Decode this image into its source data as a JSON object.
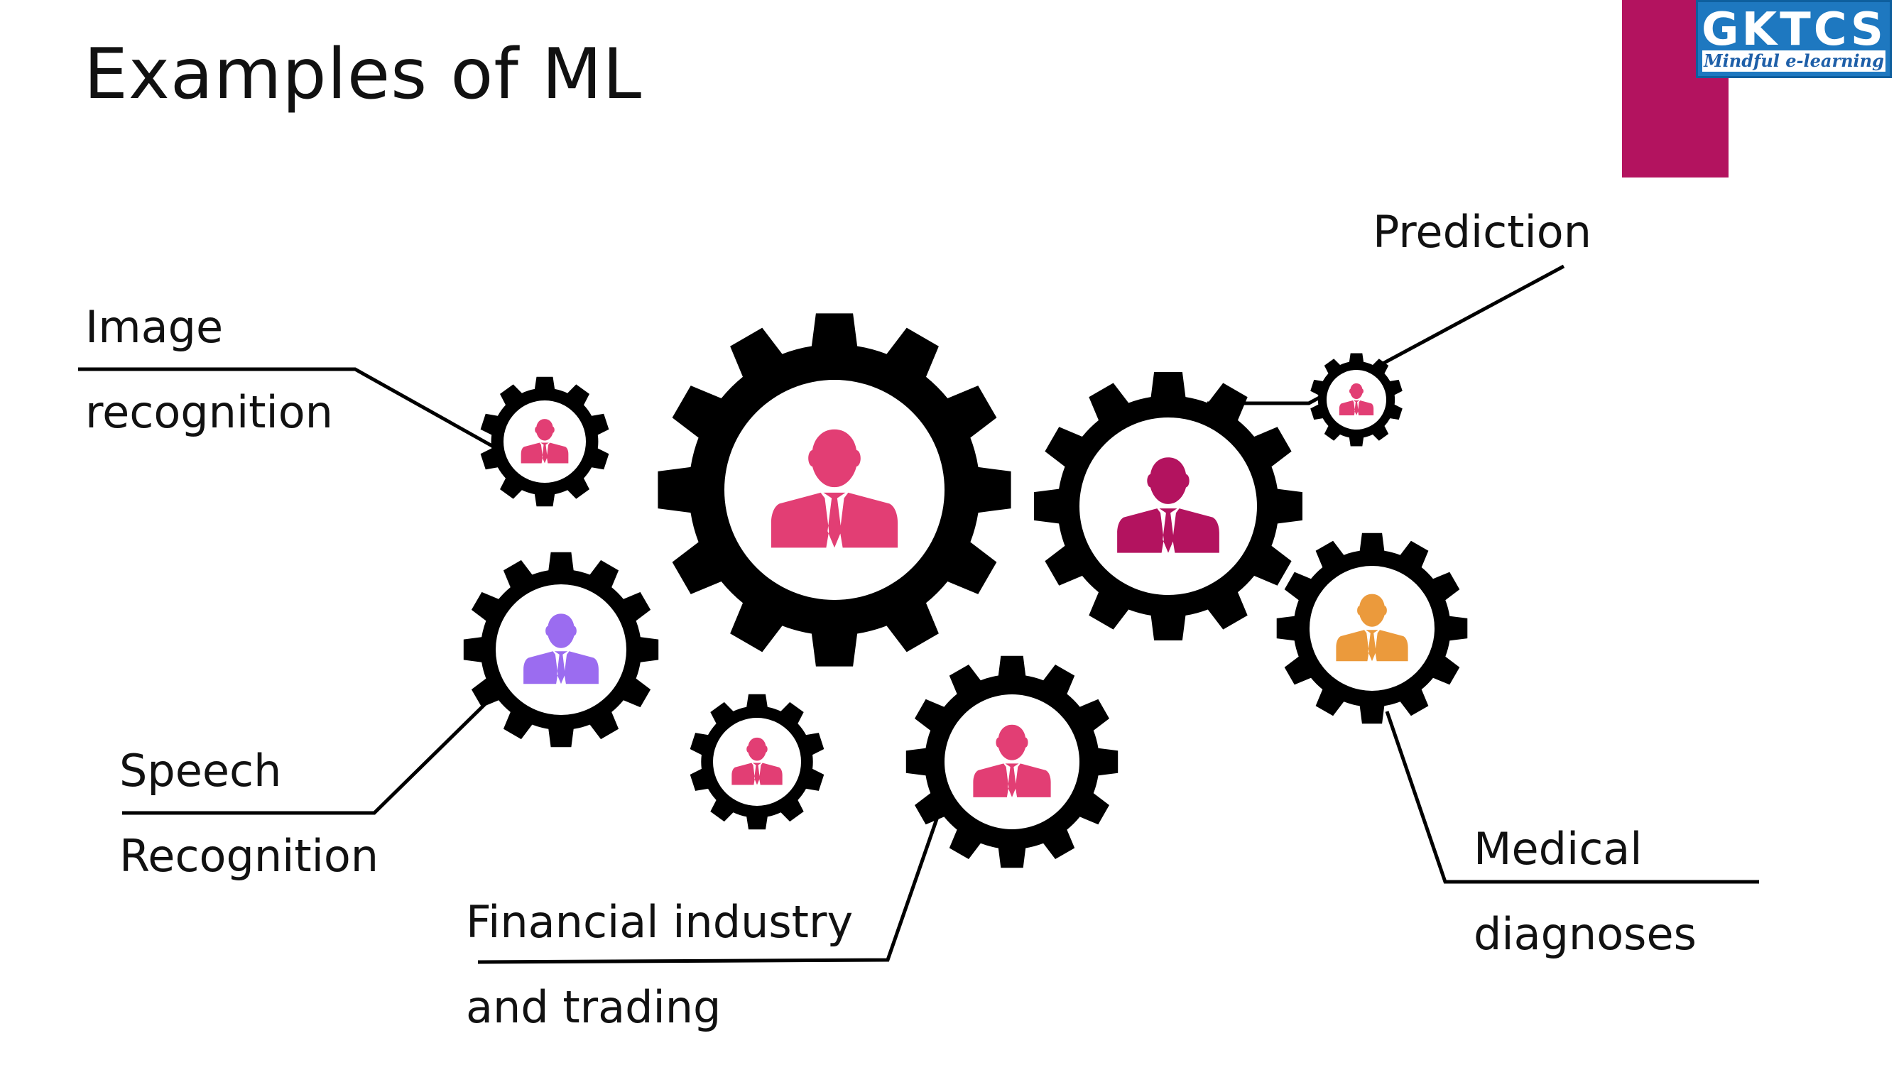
{
  "slide": {
    "title": "Examples of ML"
  },
  "labels": {
    "image_line1": "Image",
    "image_line2": "recognition",
    "speech_line1": "Speech",
    "speech_line2": "Recognition",
    "financial_line1": "Financial industry",
    "financial_line2": "and trading",
    "prediction": "Prediction",
    "medical_line1": "Medical",
    "medical_line2": "diagnoses"
  },
  "logo": {
    "name": "GKTCS",
    "tagline": "Mindful e-learning"
  },
  "colors": {
    "accent_bar": "#b3135f",
    "gear": "#000000",
    "person_pink": "#e23e74",
    "person_magenta": "#b3135f",
    "person_purple": "#9b6cf0",
    "person_orange": "#eb9a3c",
    "logo_blue": "#1e78c0"
  },
  "icons": [
    "gear-icon",
    "person-icon"
  ]
}
